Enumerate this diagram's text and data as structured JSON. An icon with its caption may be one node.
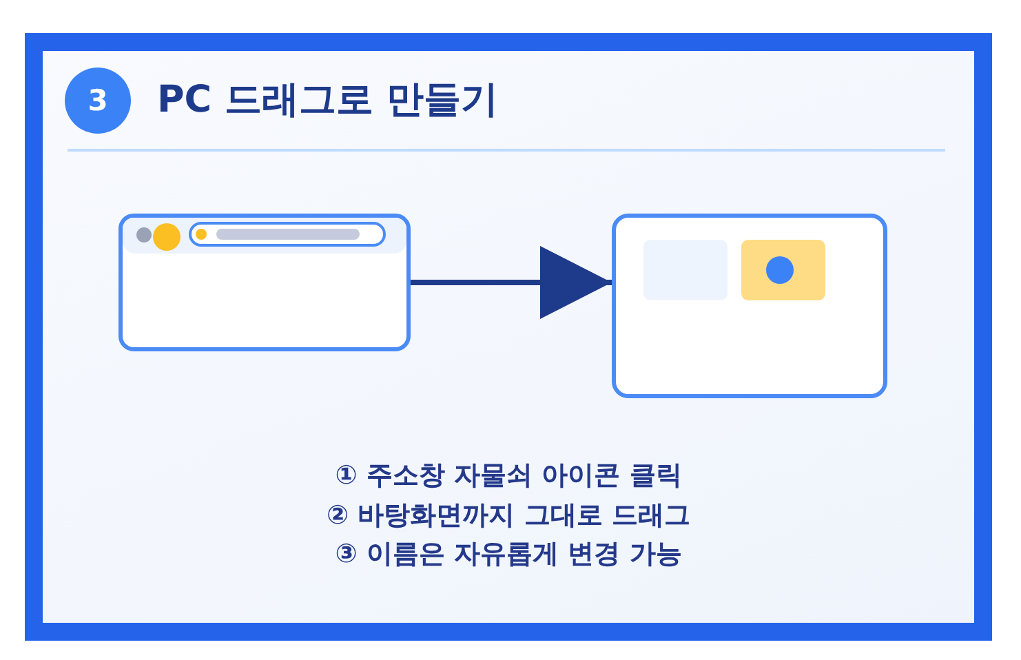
{
  "diagram": {
    "title": "PC 드래그로 만들기",
    "nodes": [
      {
        "text": [],
        "shape": "picture"
      },
      {
        "text": [],
        "shape": "picture"
      }
    ],
    "edges": [
      {
        "from": 0,
        "to": 1,
        "arrow": "to"
      }
    ],
    "labels": [
      "3",
      "① 주소창 자물쇠 아이콘 클릭",
      "② 바탕화면까지 그대로 드래그",
      "③ 이름은 자유롭게 변경 가능"
    ]
  }
}
